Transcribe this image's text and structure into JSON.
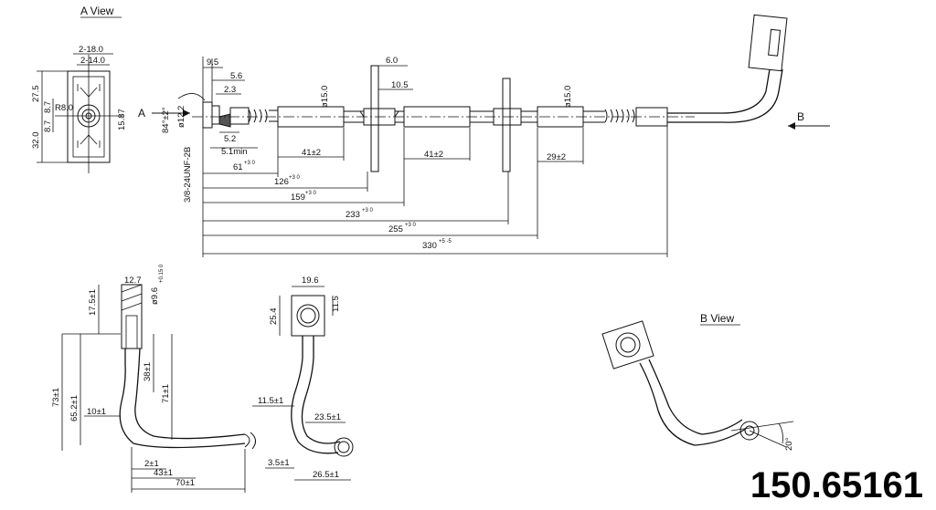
{
  "views": {
    "a_view_label": "A View",
    "b_view_label": "B View",
    "arrow_a": "A",
    "arrow_b": "B"
  },
  "a_view_dims": {
    "d_2_18": "2-18.0",
    "d_2_14": "2-14.0",
    "d_27_5": "27.5",
    "d_8_7_top": "8.7",
    "d_r8": "R8.0",
    "d_8_7_bot": "8.7",
    "d_15_87": "15.87",
    "d_32": "32.0"
  },
  "main_dims": {
    "d_9_5": "9.5",
    "d_5_6": "5.6",
    "d_2_3": "2.3",
    "d_angle": "84°±2°",
    "d_dia12_2": "ø12.2",
    "d_thread": "3/8-24UNF-2B",
    "d_5_2": "5.2",
    "d_5_1min": "5.1min",
    "d_61": "61",
    "d_61_tol": "+3 0",
    "d_dia15_a": "ø15.0",
    "d_41_a": "41±2",
    "d_126": "126",
    "d_126_tol": "+3 0",
    "d_6_0": "6.0",
    "d_10_5": "10.5",
    "d_159": "159",
    "d_159_tol": "+3 0",
    "d_41_b": "41±2",
    "d_233": "233",
    "d_233_tol": "+3 0",
    "d_dia15_b": "ø15.0",
    "d_29": "29±2",
    "d_255": "255",
    "d_255_tol": "+3 0",
    "d_330": "330",
    "d_330_tol": "+5 -5"
  },
  "bracket_dims": {
    "d_12_7": "12.7",
    "d_dia9_6": "ø9.6",
    "d_dia9_6_tol": "+0.15 0",
    "d_17_5": "17.5±1",
    "d_73": "73±1",
    "d_65_2": "65.2±1",
    "d_38": "38±1",
    "d_71": "71±1",
    "d_10": "10±1",
    "d_2": "2±1",
    "d_43": "43±1",
    "d_70": "70±1"
  },
  "tube_dims": {
    "d_19_6": "19.6",
    "d_25_4": "25.4",
    "d_11_5_top": "11.5",
    "d_11_5": "11.5±1",
    "d_23_5": "23.5±1",
    "d_3_5": "3.5±1",
    "d_26_5": "26.5±1"
  },
  "b_view_dims": {
    "d_20deg": "20°"
  },
  "part_number": "150.65161"
}
